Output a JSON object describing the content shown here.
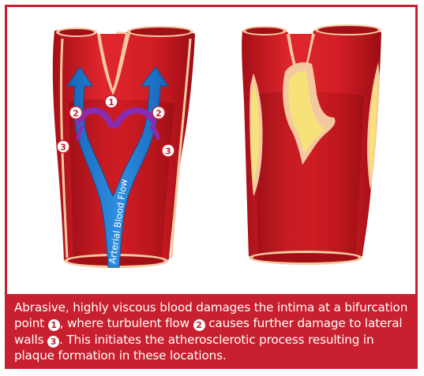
{
  "colors": {
    "frame": "#c8202e",
    "vessel_wall": "#d42027",
    "lumen": "#b7141c",
    "intima": "#f5c9a0",
    "plaque": "#f7e27a",
    "flow_arrow": "#1f78c8",
    "turbulence_arrow": "#8a2bb0"
  },
  "diagram": {
    "flow_label": "Arterial Blood Flow",
    "markers": {
      "m1": "1",
      "m2": "2",
      "m3": "3"
    }
  },
  "caption": {
    "part1": "Abrasive, highly viscous blood damages the intima at a bifurcation point ",
    "num1": "1",
    "part2": ", where turbulent flow ",
    "num2": "2",
    "part3": " causes further damage to lateral walls ",
    "num3": "3",
    "part4": ". This initiates the atherosclerotic process resulting in plaque formation in these locations."
  }
}
